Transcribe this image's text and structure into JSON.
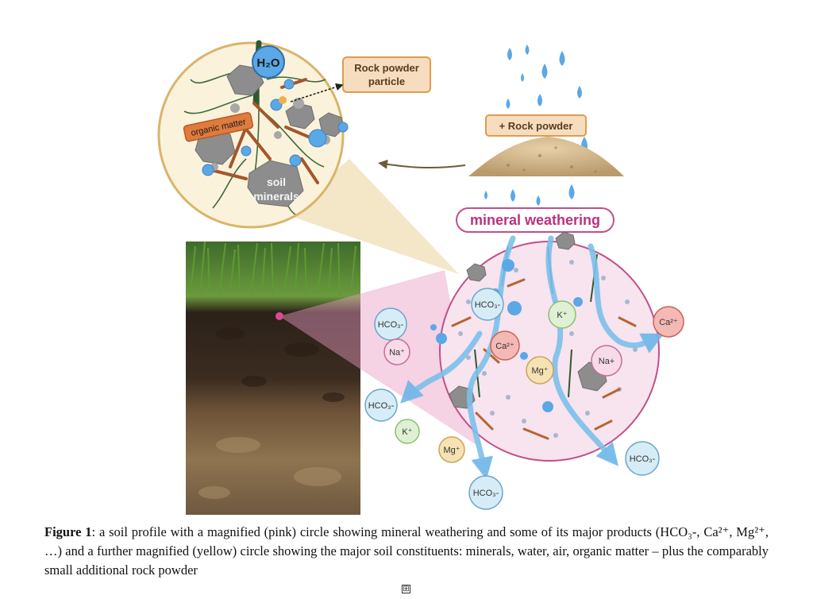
{
  "figure": {
    "labels": {
      "water": "H₂O",
      "organic_matter": "organic matter",
      "soil_minerals_line1": "soil",
      "soil_minerals_line2": "minerals",
      "rock_powder_particle_line1": "Rock powder",
      "rock_powder_particle_line2": "particle",
      "add_rock_powder": "+ Rock powder",
      "mineral_weathering": "mineral weathering"
    },
    "ions_inside": [
      {
        "id": "hco3-in",
        "text": "HCO₃-",
        "fill": "#d6ecf7",
        "stroke": "#6aa6c8"
      },
      {
        "id": "k-in",
        "text": "K⁺",
        "fill": "#dff0d3",
        "stroke": "#8cbf74"
      },
      {
        "id": "ca-in",
        "text": "Ca²⁺",
        "fill": "#f4b9b5",
        "stroke": "#c8605a"
      },
      {
        "id": "mg-in",
        "text": "Mg⁺",
        "fill": "#f6e2b5",
        "stroke": "#c9a553"
      },
      {
        "id": "na-in",
        "text": "Na+",
        "fill": "#f8dbe8",
        "stroke": "#c76c97"
      }
    ],
    "ions_outside": [
      {
        "id": "hco3-out1",
        "text": "HCO₃-",
        "fill": "#d6ecf7",
        "stroke": "#6aa6c8"
      },
      {
        "id": "na-out",
        "text": "Na⁺",
        "fill": "#f8dbe8",
        "stroke": "#c76c97"
      },
      {
        "id": "hco3-out2",
        "text": "HCO₃-",
        "fill": "#d6ecf7",
        "stroke": "#6aa6c8"
      },
      {
        "id": "k-out",
        "text": "K⁺",
        "fill": "#dff0d3",
        "stroke": "#8cbf74"
      },
      {
        "id": "mg-out",
        "text": "Mg⁺",
        "fill": "#f6e2b5",
        "stroke": "#c9a553"
      },
      {
        "id": "hco3-out3",
        "text": "HCO₃-",
        "fill": "#d6ecf7",
        "stroke": "#6aa6c8"
      },
      {
        "id": "ca-out",
        "text": "Ca²⁺",
        "fill": "#f4b9b5",
        "stroke": "#c8605a"
      },
      {
        "id": "hco3-out4",
        "text": "HCO₃-",
        "fill": "#d6ecf7",
        "stroke": "#6aa6c8"
      }
    ],
    "colors": {
      "yellow_circle": "#fbf2dc",
      "yellow_ring": "#d9b56a",
      "pink_circle": "#f7e4ef",
      "pink_ring": "#c0508a",
      "water_blue": "#5aa8e6",
      "arrow_blue": "#7cc0ec",
      "weathering_text": "#b8337e",
      "label_box": "#f6ddc0",
      "label_border": "#e09b4e"
    }
  },
  "caption": {
    "label": "Figure 1",
    "text": ": a soil profile with a magnified (pink) circle showing mineral weathering and some of its major products (HCO₃-, Ca²⁺, Mg²⁺, …) and a further magnified (yellow) circle showing the major soil constituents: minerals, water, air, organic matter – plus the comparably small additional rock powder"
  },
  "expand_handle": "⊞"
}
